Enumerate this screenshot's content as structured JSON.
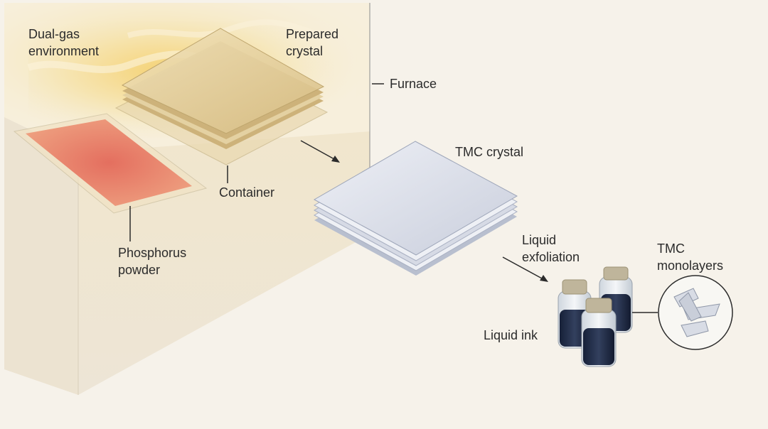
{
  "labels": {
    "dual_gas": [
      "Dual-gas",
      "environment"
    ],
    "prepared_crystal": [
      "Prepared",
      "crystal"
    ],
    "furnace": "Furnace",
    "tmc_crystal": "TMC crystal",
    "container": "Container",
    "phosphorus_powder": [
      "Phosphorus",
      "powder"
    ],
    "liquid_exfoliation": [
      "Liquid",
      "exfoliation"
    ],
    "tmc_monolayers": [
      "TMC",
      "monolayers"
    ],
    "liquid_ink": "Liquid ink"
  },
  "colors": {
    "background": "#f6f2ea",
    "furnace_glow": "#f2d27a",
    "phosphorus": "#e07a6a",
    "crystal": "#d9dde8",
    "ink": "#1f2a44",
    "cap": "#bfb59b"
  }
}
